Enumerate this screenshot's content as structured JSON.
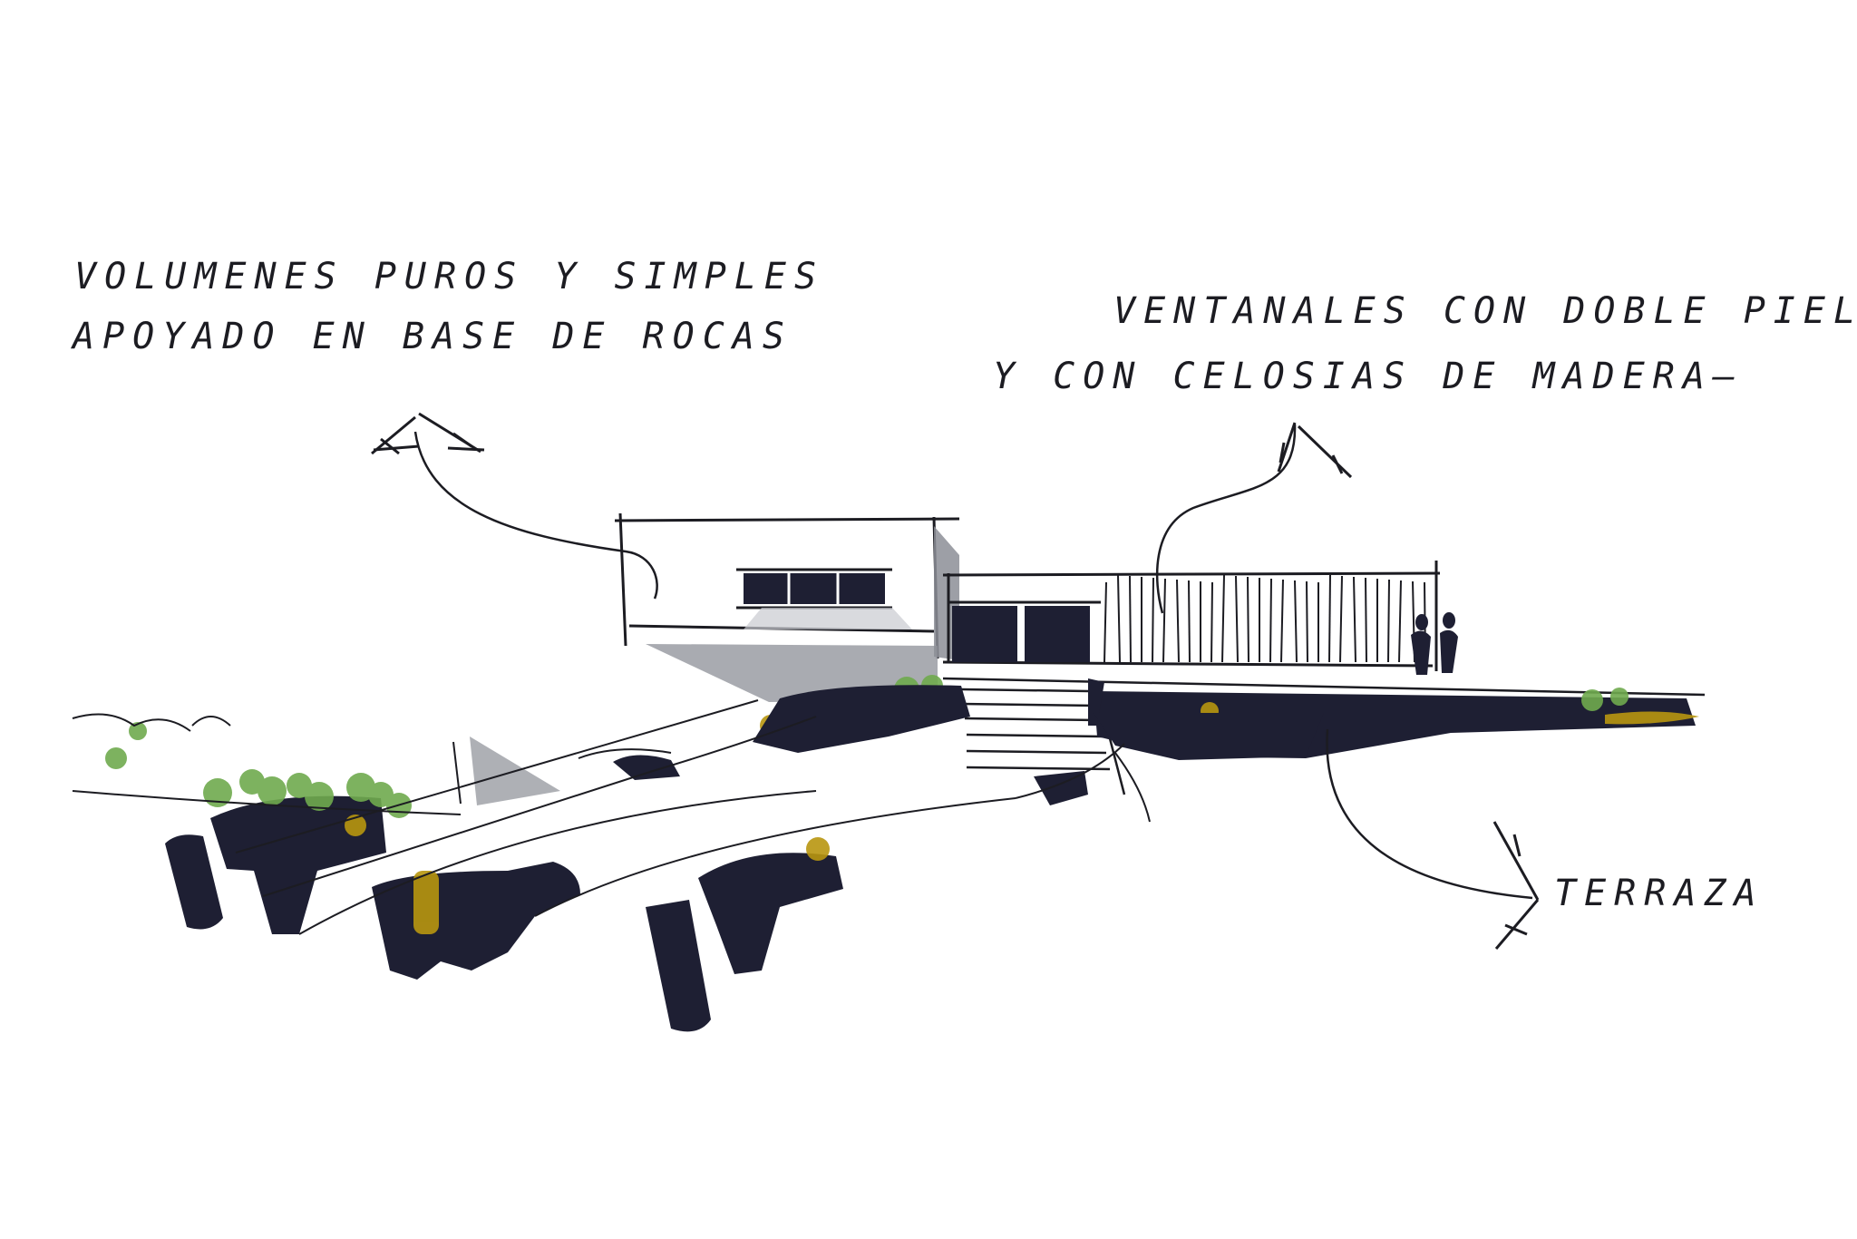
{
  "annotations": {
    "left_line1": "VOLUMENES PUROS Y SIMPLES",
    "left_line2": "APOYADO EN BASE DE ROCAS",
    "right_line1": "VENTANALES CON DOBLE PIEL..",
    "right_line2": "Y CON CELOSIAS DE MADERA—",
    "terraza": "TERRAZA"
  },
  "colors": {
    "ink": "#1c1c22",
    "dark_marker": "#1e1f33",
    "green_marker": "#6faa4e",
    "ochre_marker": "#b8960f",
    "grey_marker": "#9a9ca3"
  }
}
